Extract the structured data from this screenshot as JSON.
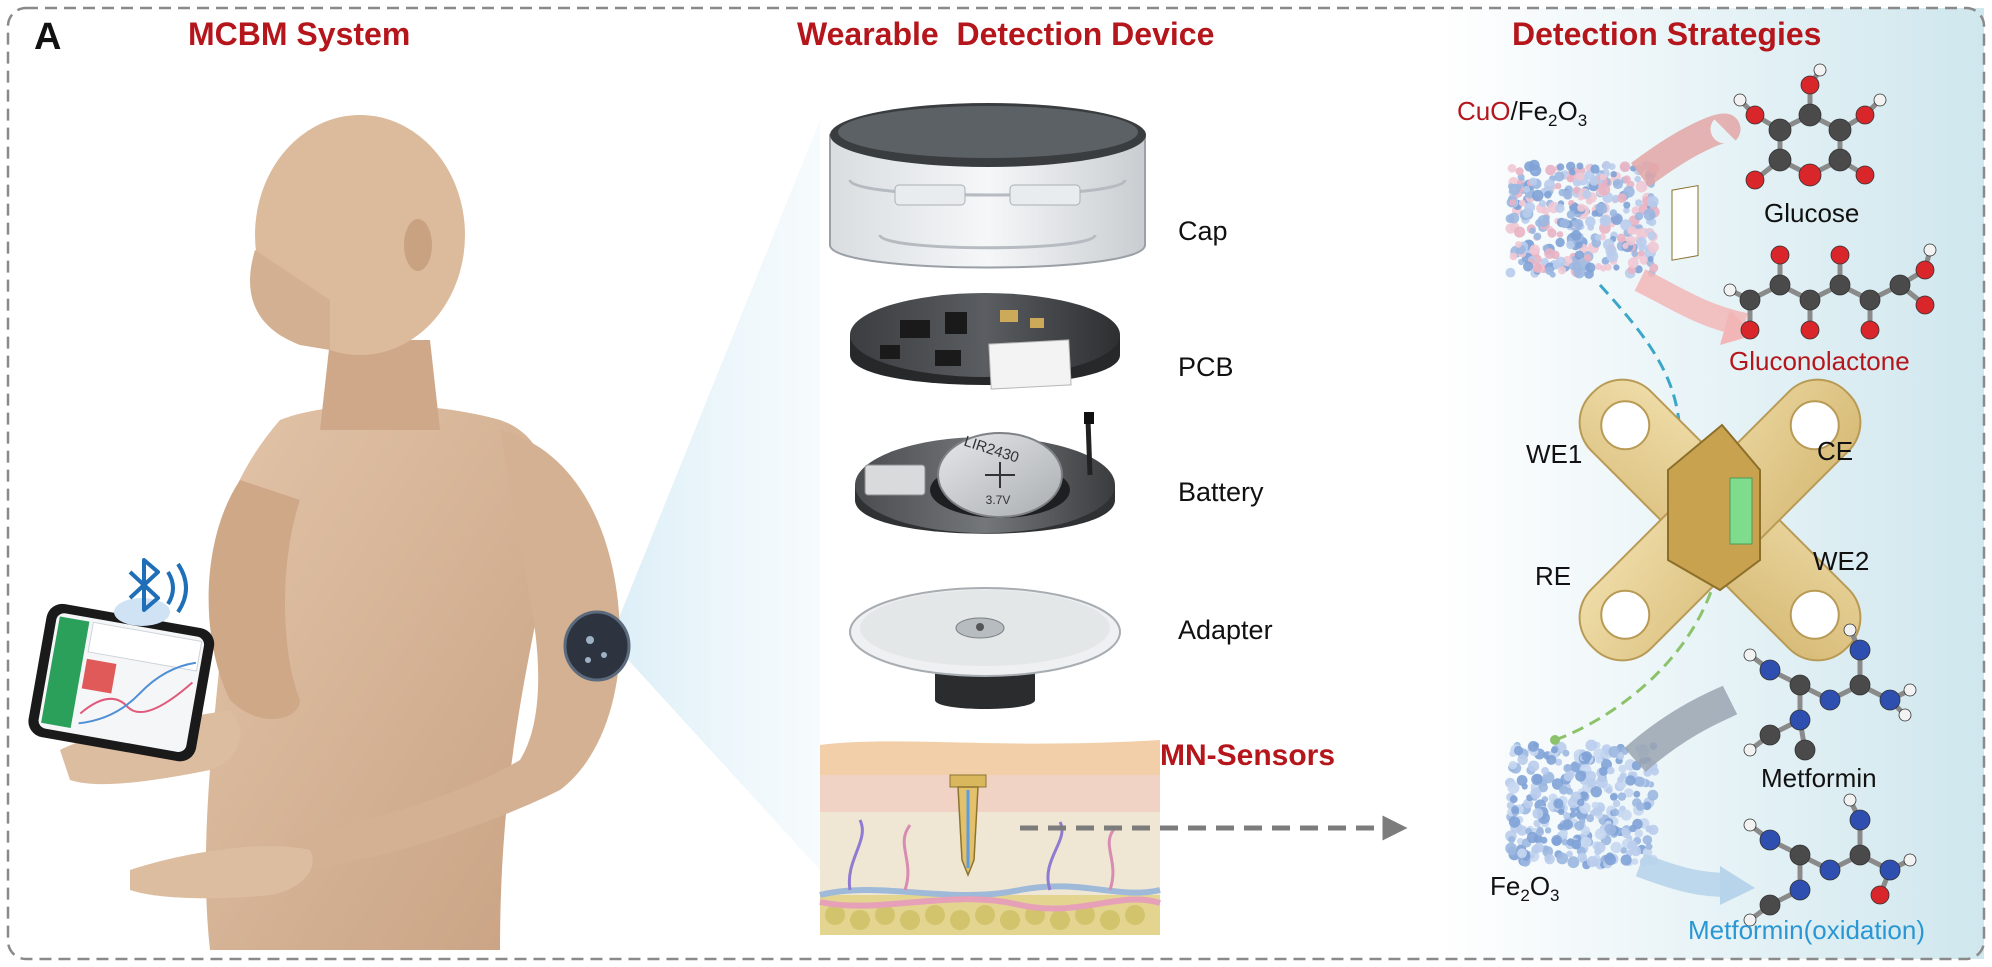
{
  "panel_label": "A",
  "sections": {
    "system_title": "MCBM System",
    "device_title": "Wearable  Detection Device",
    "strategy_title": "Detection Strategies"
  },
  "device_components": {
    "cap": "Cap",
    "pcb": "PCB",
    "battery": "Battery",
    "adapter": "Adapter",
    "sensors": "MN-Sensors"
  },
  "battery_text": {
    "model": "LIR2430",
    "voltage": "3.7V"
  },
  "electrodes": {
    "we1": "WE1",
    "ce": "CE",
    "re": "RE",
    "we2": "WE2"
  },
  "materials": {
    "cuo_part": "CuO",
    "fe2o3_part": "/Fe",
    "fe2o3_bottom_prefix": "Fe",
    "sub2": "2",
    "o_part": "O",
    "sub3": "3"
  },
  "molecules": {
    "glucose": "Glucose",
    "gluconolactone": "Gluconolactone",
    "metformin": "Metformin",
    "metformin_ox": "Metformin(oxidation)"
  },
  "colors": {
    "heading_red": "#b5161c",
    "glucose_red": "#b5161c",
    "metformin_blue": "#2a97d4",
    "electrode_gold": "#e6cf93",
    "skin_tone": "#d8b79a"
  }
}
